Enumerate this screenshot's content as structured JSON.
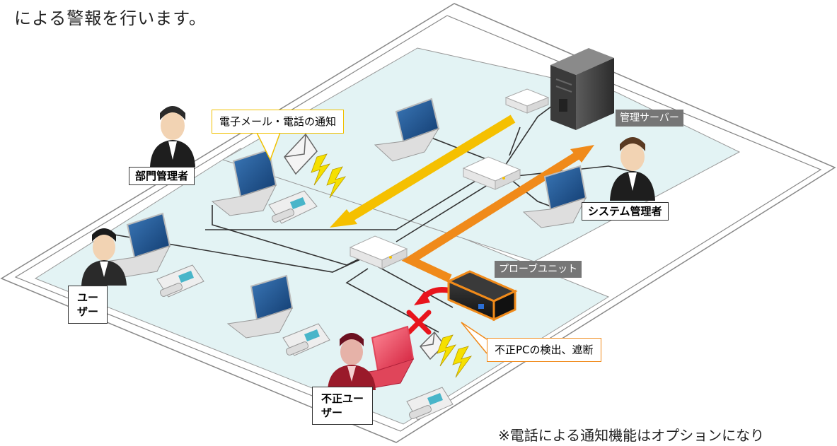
{
  "heading": "による警報を行います。",
  "labels": {
    "dept_admin": "部門管理者",
    "system_admin": "システム管理者",
    "user_line1": "ユー",
    "user_line2": "ザー",
    "rogue_line1": "不正ユー",
    "rogue_line2": "ザー",
    "server": "管理サーバー",
    "probe": "プローブユニット"
  },
  "callouts": {
    "mail_phone": "電子メール・電話の通知",
    "detect_block": "不正PCの検出、遮断"
  },
  "footnote": "※電話による通知機能はオプションになり",
  "colors": {
    "floor": "#e3f3f4",
    "arrow_yellow": "#f5c000",
    "arrow_orange": "#f08a1a",
    "block_red": "#e8141c",
    "rogue_pc": "#e0455a"
  }
}
